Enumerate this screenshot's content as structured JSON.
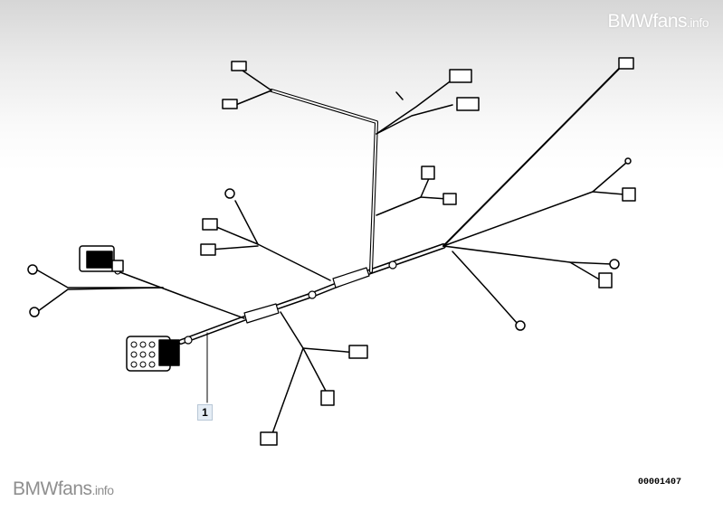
{
  "watermark_top": {
    "brand": "BMWfans",
    "tld": ".info"
  },
  "watermark_bottom": {
    "brand": "BMWfans",
    "tld": ".info"
  },
  "diagram_number": "00001407",
  "callouts": [
    {
      "label": "1"
    }
  ],
  "colors": {
    "line": "#000000",
    "callout_bg": "#e5edf5",
    "watermark": "#8f8f8f"
  }
}
